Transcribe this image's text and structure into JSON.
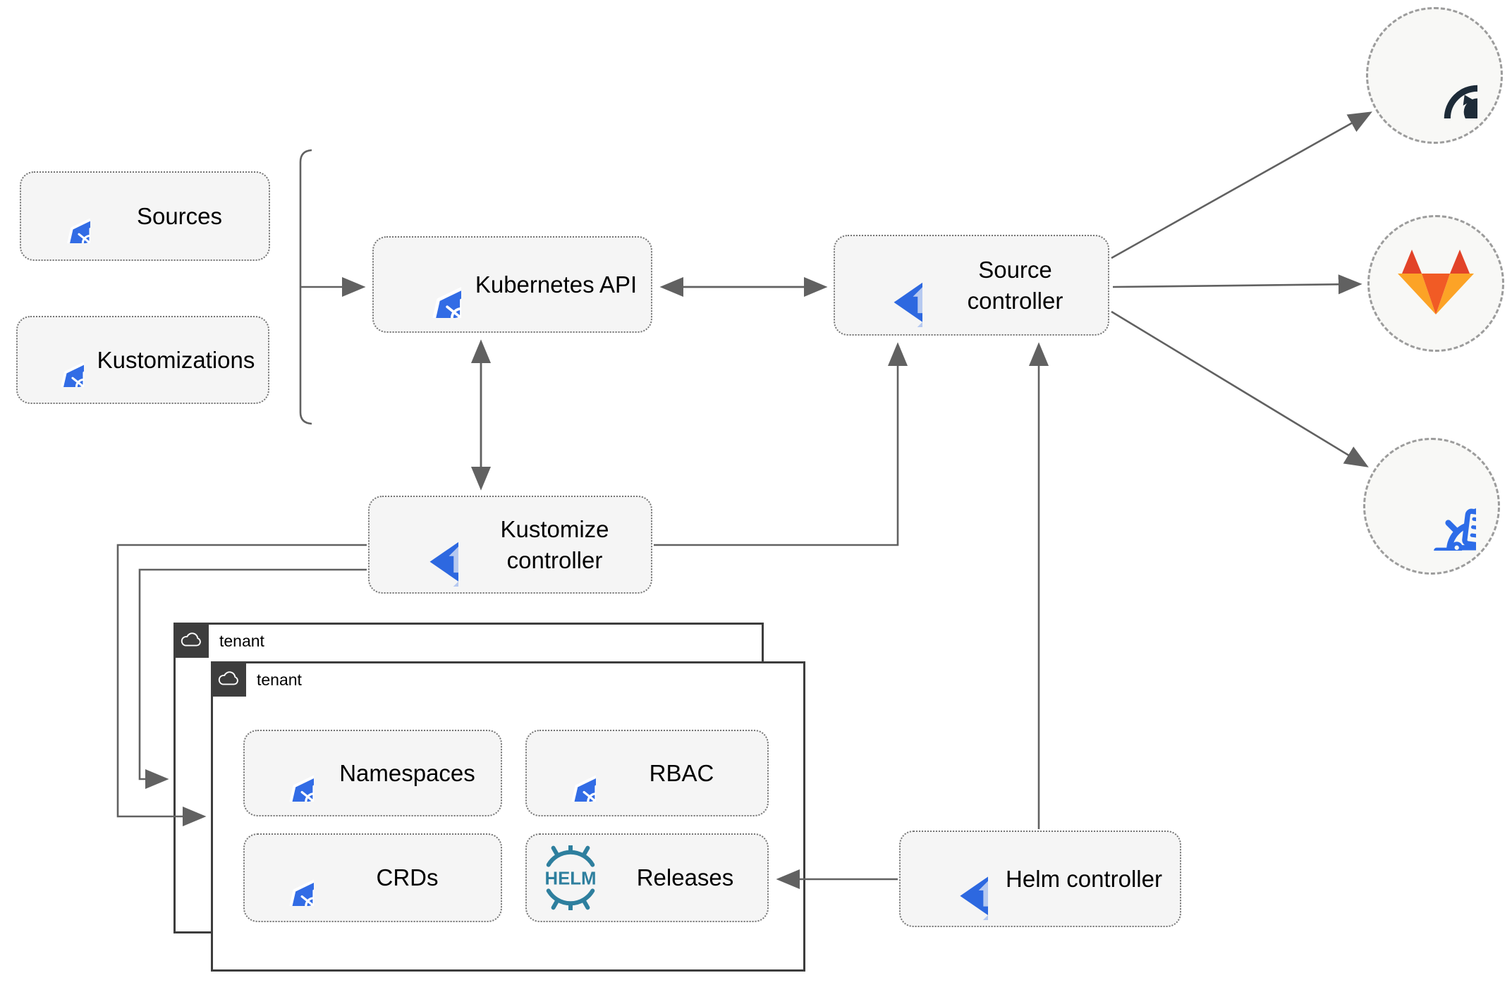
{
  "diagram": {
    "nodes": {
      "sources": {
        "label": "Sources",
        "icon": "kubernetes"
      },
      "kustomizations": {
        "label": "Kustomizations",
        "icon": "kubernetes"
      },
      "kubernetes_api": {
        "label": "Kubernetes API",
        "icon": "kubernetes"
      },
      "source_controller": {
        "label": "Source controller",
        "icon": "flux"
      },
      "kustomize_controller": {
        "label": "Kustomize controller",
        "icon": "flux"
      },
      "helm_controller": {
        "label": "Helm controller",
        "icon": "flux"
      },
      "namespaces": {
        "label": "Namespaces",
        "icon": "kubernetes"
      },
      "rbac": {
        "label": "RBAC",
        "icon": "kubernetes"
      },
      "crds": {
        "label": "CRDs",
        "icon": "kubernetes"
      },
      "releases": {
        "label": "Releases",
        "icon": "helm",
        "helm_logo_text": "HELM"
      }
    },
    "groups": {
      "tenant_back": {
        "label": "tenant",
        "icon": "cloud"
      },
      "tenant_front": {
        "label": "tenant",
        "icon": "cloud"
      }
    },
    "external_targets": {
      "github": {
        "icon": "github-icon"
      },
      "gitlab": {
        "icon": "gitlab-icon"
      },
      "kustomize": {
        "icon": "kustomize-icon"
      }
    },
    "colors": {
      "kubernetes_blue": "#326ce5",
      "flux_blue": "#2d68e0",
      "flux_light": "#b6c9f0",
      "helm_teal": "#2e7f9e",
      "github_dark": "#1d2b38",
      "gitlab_red_orange": "#e24329",
      "gitlab_orange": "#fc6d26",
      "gitlab_amber": "#fca326",
      "node_fill": "#f5f5f5",
      "connector_gray": "#616161",
      "tenant_border": "#3d3d3d"
    }
  }
}
